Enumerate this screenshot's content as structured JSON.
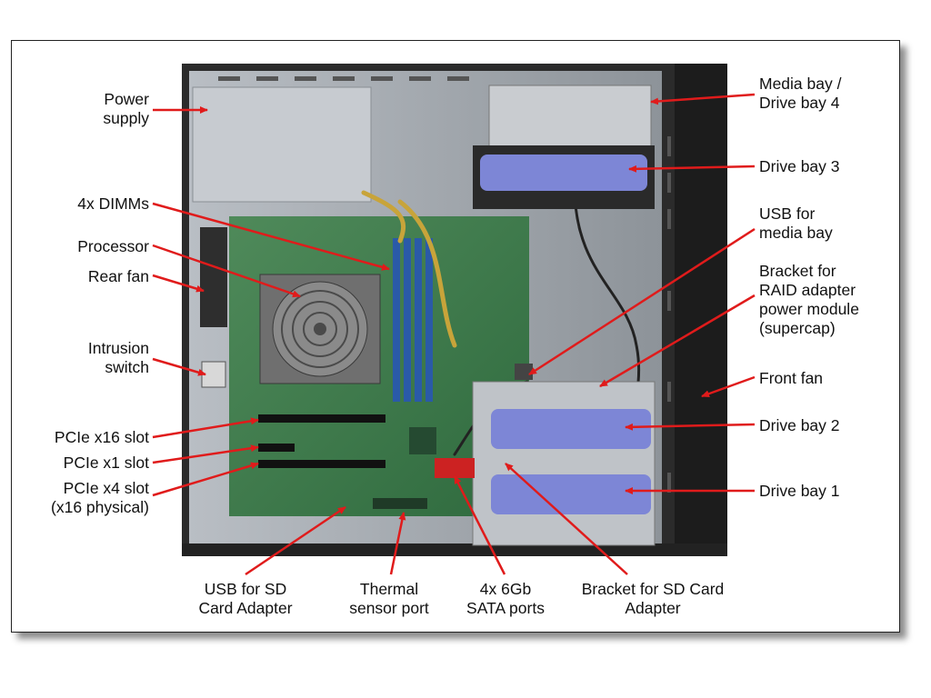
{
  "labels": {
    "power_supply": [
      "Power",
      "supply"
    ],
    "dimms": [
      "4x DIMMs"
    ],
    "processor": [
      "Processor"
    ],
    "rear_fan": [
      "Rear fan"
    ],
    "intrusion_switch": [
      "Intrusion",
      "switch"
    ],
    "pcie_x16": [
      "PCIe x16 slot"
    ],
    "pcie_x1": [
      "PCIe x1 slot"
    ],
    "pcie_x4": [
      "PCIe x4 slot",
      "(x16 physical)"
    ],
    "media_bay": [
      "Media bay /",
      "Drive bay 4"
    ],
    "drive_bay_3": [
      "Drive bay 3"
    ],
    "usb_media_bay": [
      "USB for",
      "media bay"
    ],
    "bracket_raid": [
      "Bracket for",
      "RAID adapter",
      "power module",
      "(supercap)"
    ],
    "front_fan": [
      "Front fan"
    ],
    "drive_bay_2": [
      "Drive bay 2"
    ],
    "drive_bay_1": [
      "Drive bay 1"
    ],
    "usb_sd": [
      "USB for SD",
      "Card Adapter"
    ],
    "thermal": [
      "Thermal",
      "sensor port"
    ],
    "sata": [
      "4x 6Gb",
      "SATA ports"
    ],
    "bracket_sd": [
      "Bracket for SD Card",
      "Adapter"
    ]
  },
  "colors": {
    "arrow": "#e01b1b",
    "chassis": "#9aa0a6",
    "board": "#3f7a4e",
    "drive_tray": "#7d86d6"
  }
}
